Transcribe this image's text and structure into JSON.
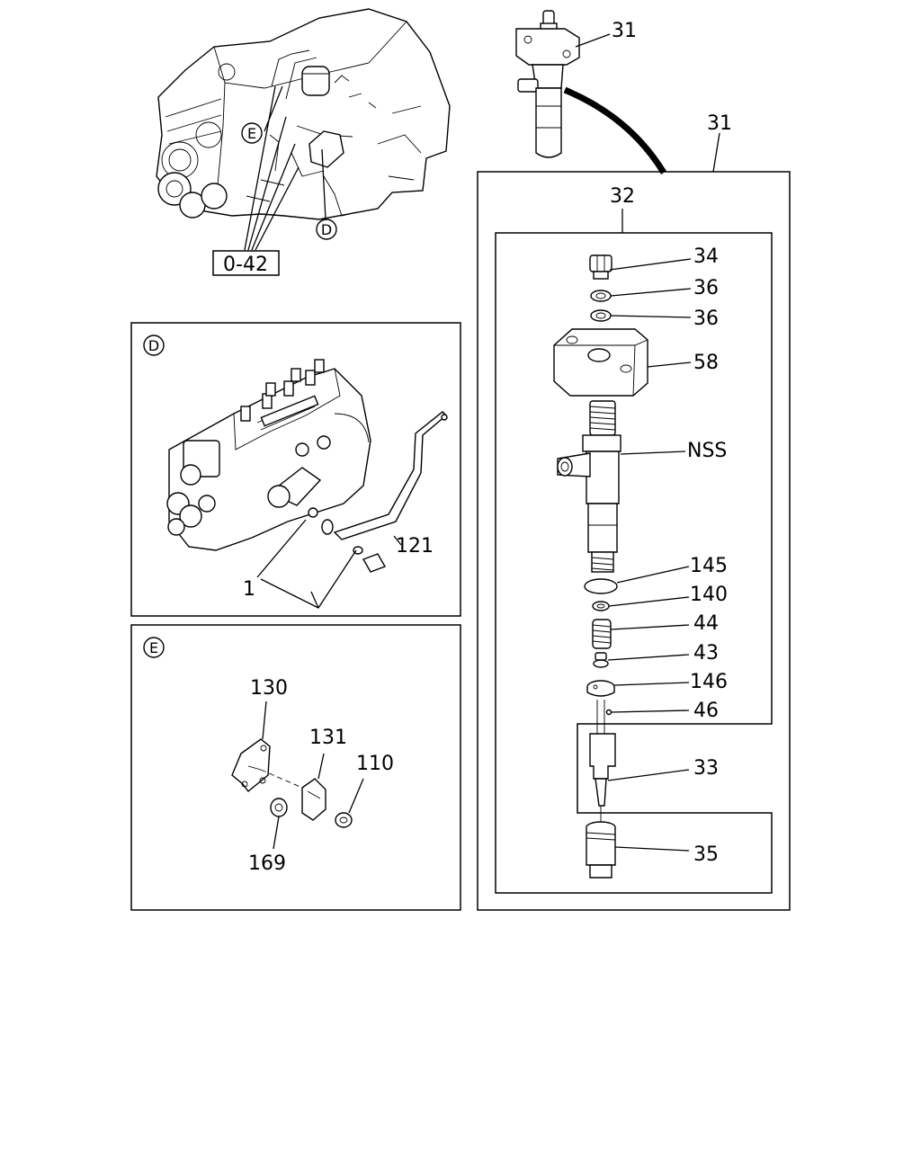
{
  "refs": {
    "ref_box": "0-42",
    "view_d": "D",
    "view_e": "E"
  },
  "labels": {
    "injector_top": "31",
    "injector_kit": "31",
    "holder_assy": "32",
    "screw": "34",
    "washer_a": "36",
    "washer_b": "36",
    "bracket": "58",
    "nozzle_holder": "NSS",
    "o_ring": "145",
    "shim": "140",
    "spring": "44",
    "spring_seat": "43",
    "spacer": "146",
    "pin": "46",
    "nozzle": "33",
    "retaining_nut": "35",
    "pump_bolt": "1",
    "pump_pipe": "121",
    "e_bracket": "130",
    "e_clip": "131",
    "e_nut": "110",
    "e_bolt": "169"
  }
}
